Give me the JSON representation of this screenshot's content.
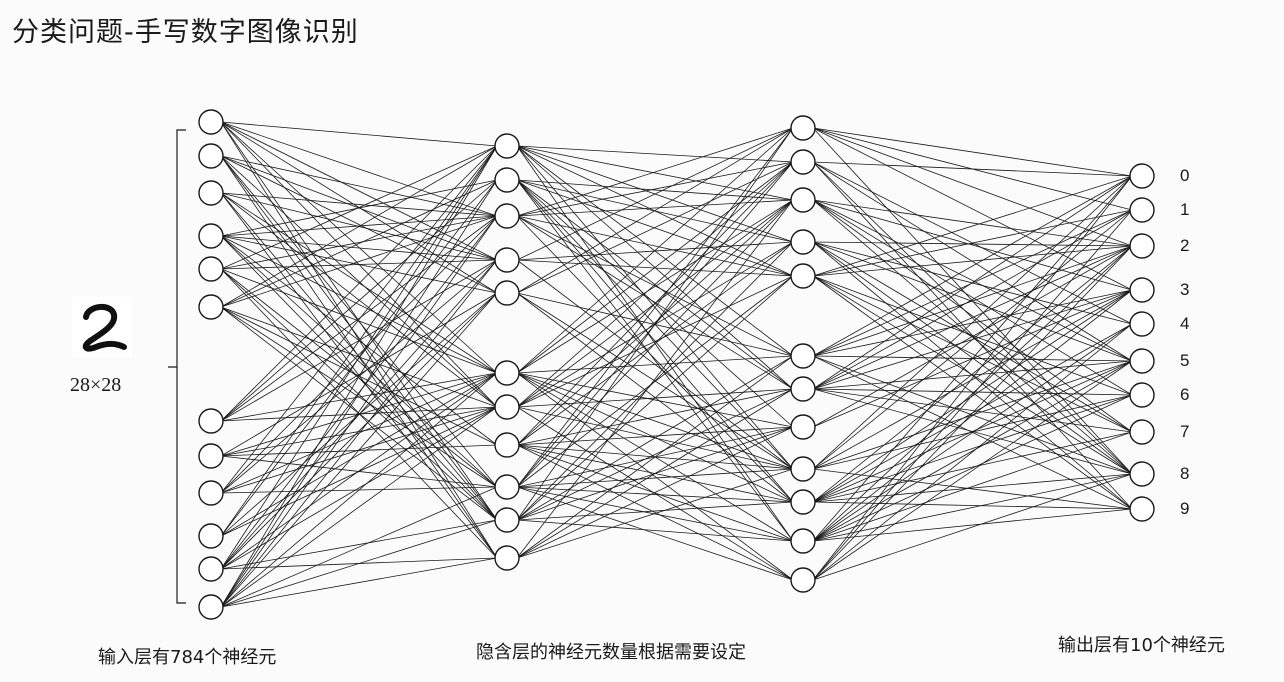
{
  "title": "分类问题-手写数字图像识别",
  "input_image": {
    "glyph": "2",
    "size_label": "28×28"
  },
  "captions": {
    "input": "输入层有784个神经元",
    "hidden": "隐含层的神经元数量根据需要设定",
    "output": "输出层有10个神经元"
  },
  "output_labels": [
    "0",
    "1",
    "2",
    "3",
    "4",
    "5",
    "6",
    "7",
    "8",
    "9"
  ],
  "colors": {
    "line": "#1a1a1a",
    "background": "#fbfbfb"
  }
}
